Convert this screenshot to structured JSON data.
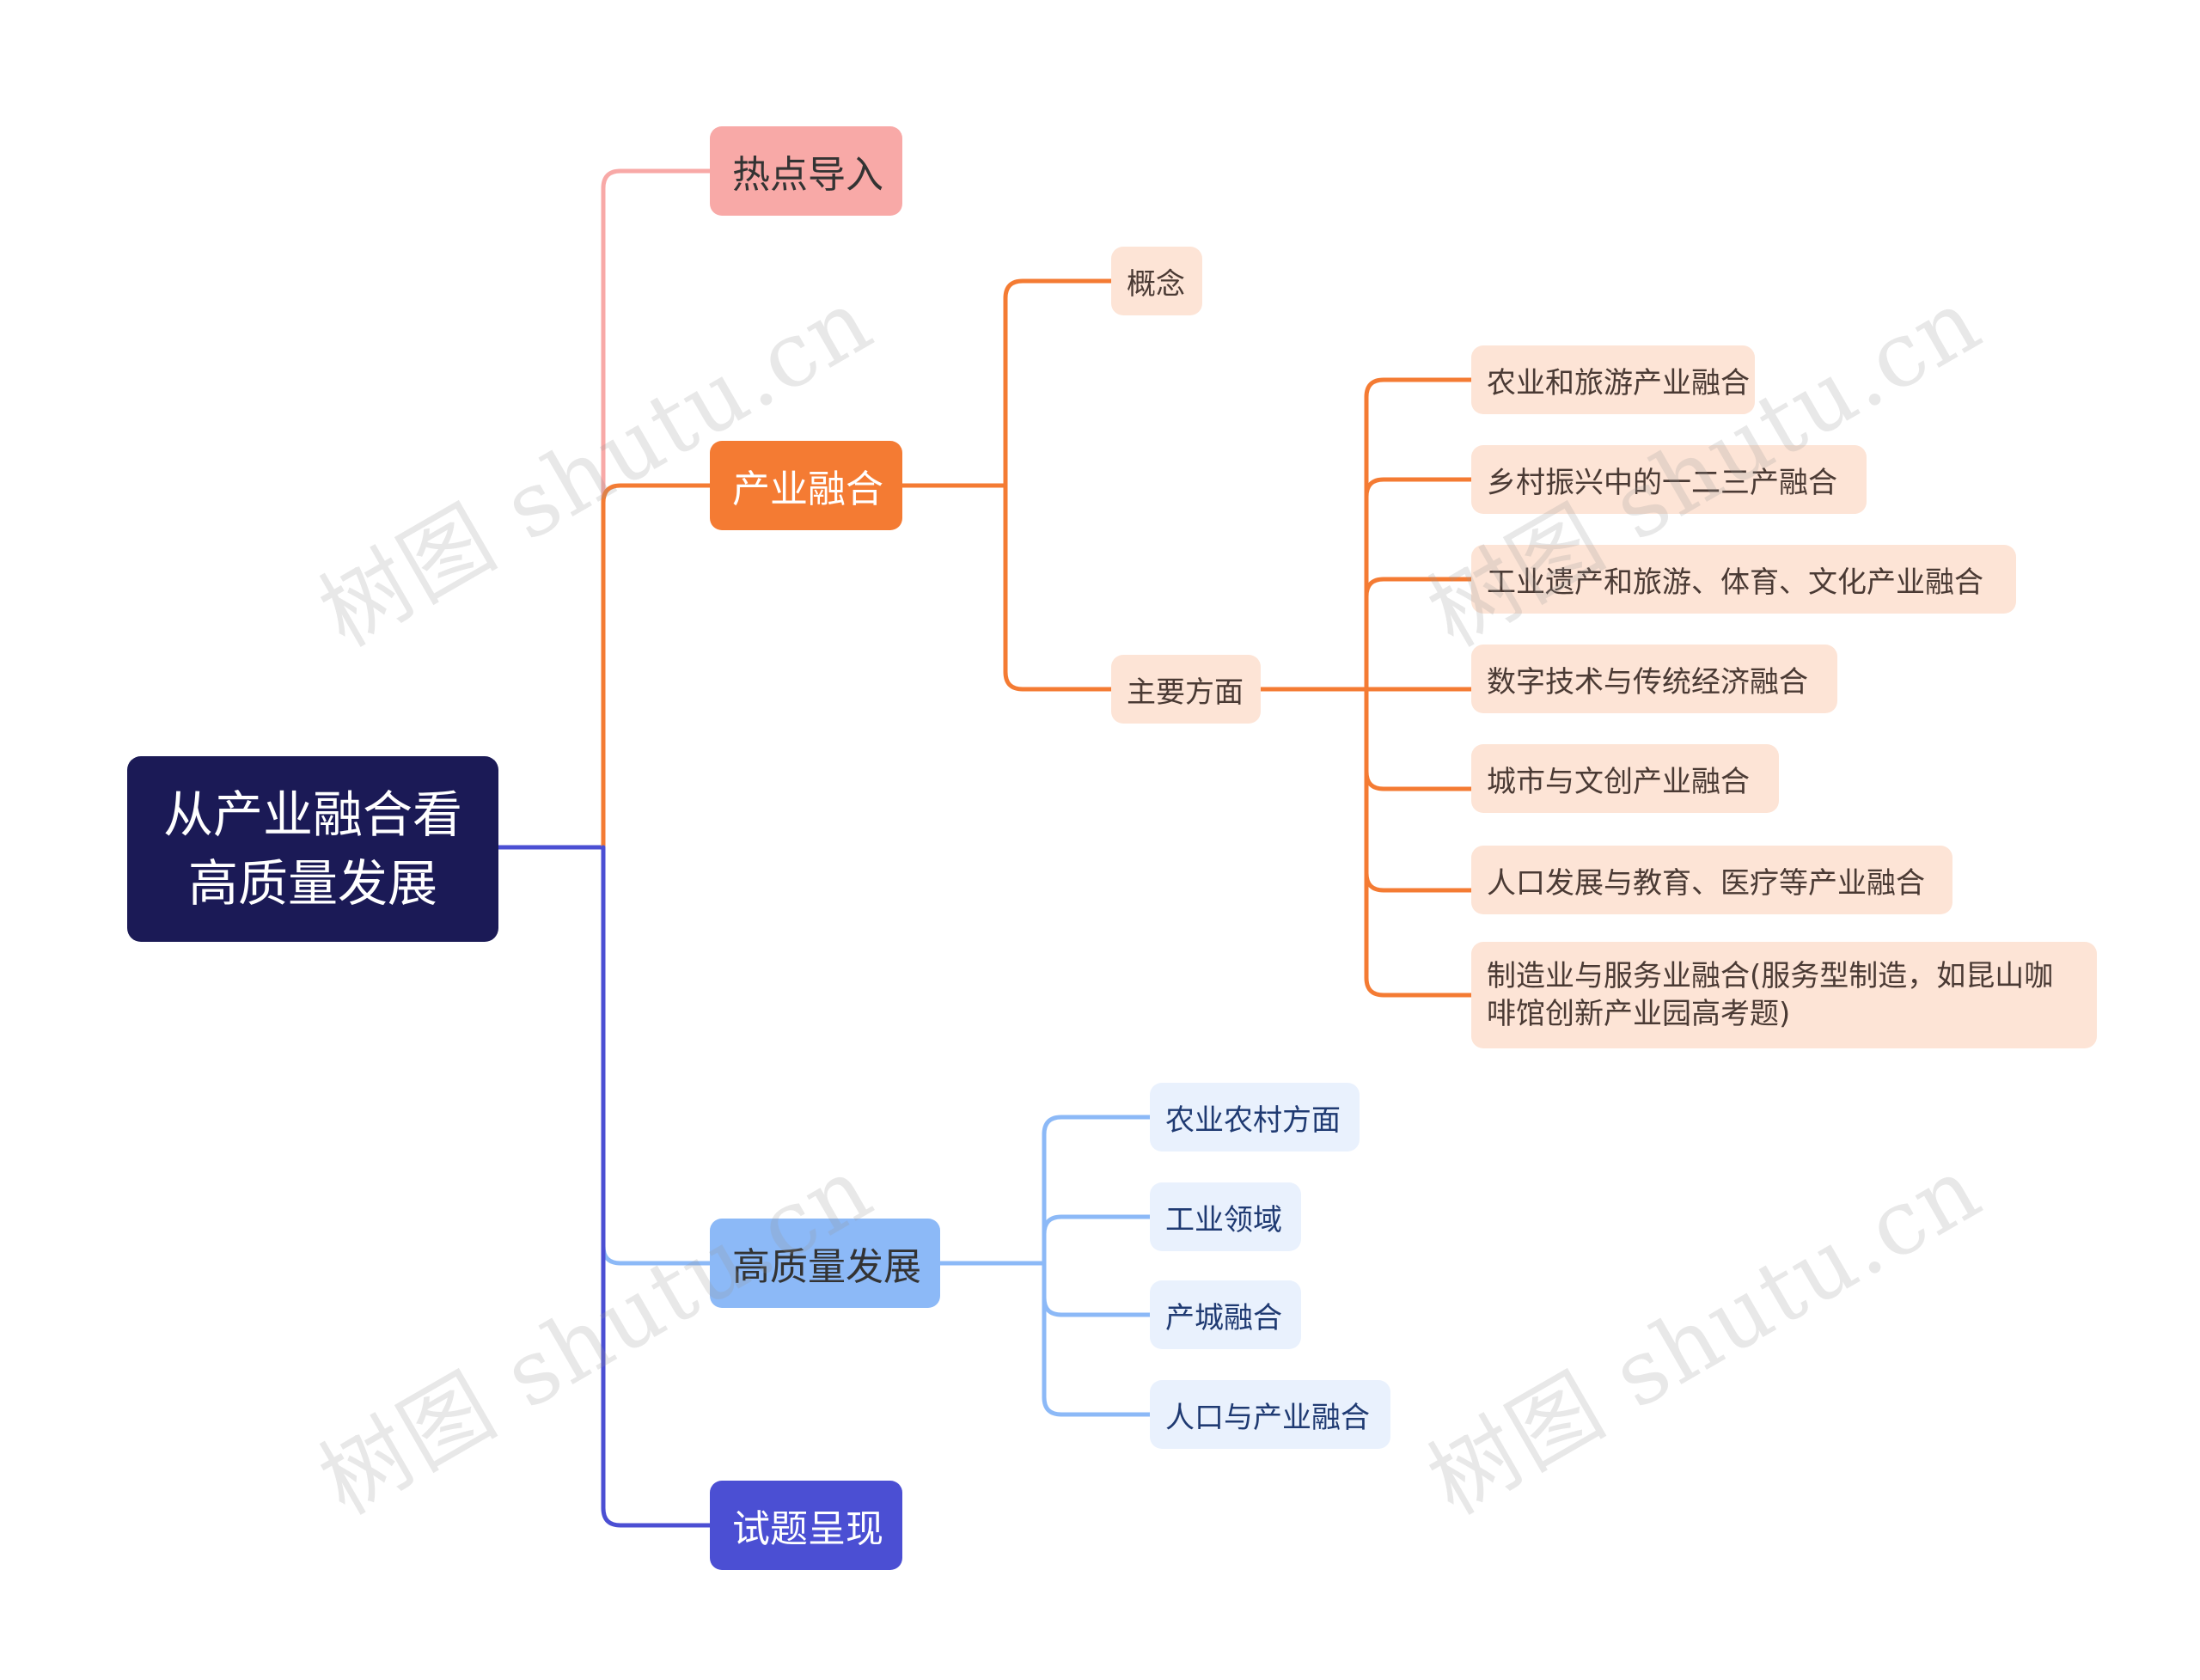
{
  "root": {
    "lines": [
      "从产业融合看",
      "高质量发展"
    ]
  },
  "branches": {
    "hotspot": "热点导入",
    "fusion": "产业融合",
    "quality": "高质量发展",
    "exam": "试题呈现"
  },
  "fusion_children": {
    "concept": "概念",
    "main_aspects": "主要方面"
  },
  "main_aspects_children": [
    "农业和旅游产业融合",
    "乡村振兴中的一二三产融合",
    "工业遗产和旅游、体育、文化产业融合",
    "数字技术与传统经济融合",
    "城市与文创产业融合",
    "人口发展与教育、医疗等产业融合",
    "制造业与服务业融合(服务型制造，如昆山咖啡馆创新产业园高考题)"
  ],
  "quality_children": [
    "农业农村方面",
    "工业领域",
    "产城融合",
    "人口与产业融合"
  ],
  "watermark": "树图 shutu.cn",
  "colors": {
    "root": "#1b1a56",
    "pink": "#f8a9a7",
    "orange": "#f47b33",
    "light_blue": "#8cb9f7",
    "indigo": "#4b4fd3",
    "orange_sub": "#fde4d6",
    "blue_sub": "#e9f1fd"
  }
}
